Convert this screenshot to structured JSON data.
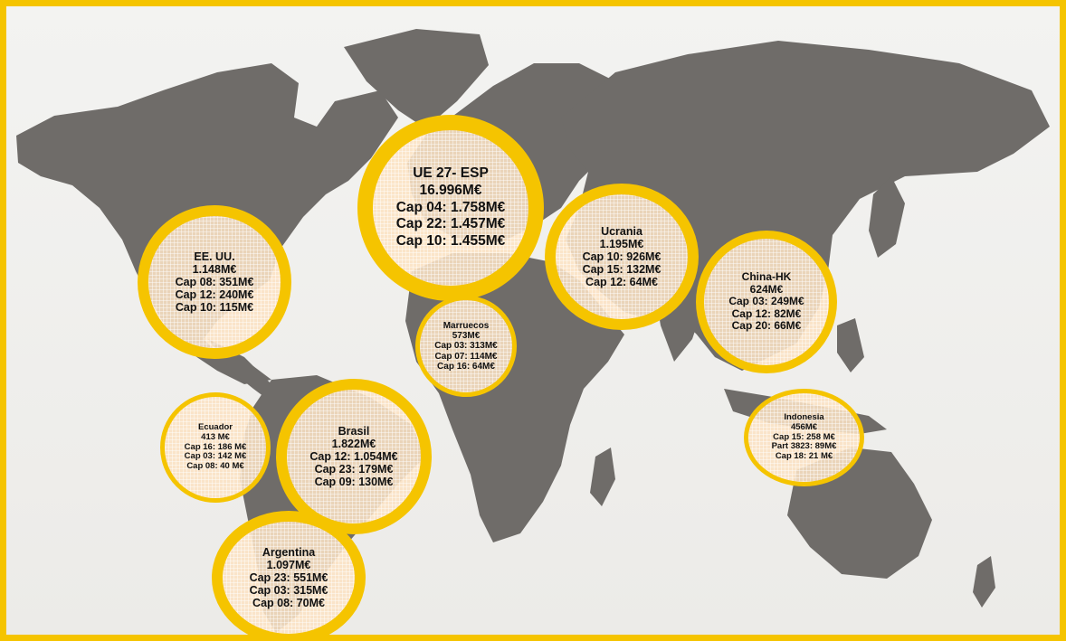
{
  "markets": [
    {
      "id": "usa",
      "lines": [
        "EE. UU.",
        "1.148M€",
        "Cap 08:  351M€",
        "Cap 12:  240M€",
        "Cap 10:  115M€"
      ]
    },
    {
      "id": "eu",
      "lines": [
        "UE 27- ESP",
        "16.996M€",
        "Cap 04: 1.758M€",
        "Cap 22: 1.457M€",
        "Cap 10: 1.455M€"
      ]
    },
    {
      "id": "ukraine",
      "lines": [
        "Ucrania",
        "1.195M€",
        "Cap 10:  926M€",
        "Cap 15: 132M€",
        "Cap 12: 64M€"
      ]
    },
    {
      "id": "morocco",
      "lines": [
        "Marruecos",
        "573M€",
        "Cap 03: 313M€",
        "Cap 07: 114M€",
        "Cap 16: 64M€"
      ]
    },
    {
      "id": "china",
      "lines": [
        "China-HK",
        "624M€",
        "Cap 03:  249M€",
        "Cap 12:  82M€",
        "Cap 20:  66M€"
      ]
    },
    {
      "id": "ecuador",
      "lines": [
        "Ecuador",
        "413 M€",
        "Cap 16: 186 M€",
        "Cap 03: 142 M€",
        "Cap 08:  40 M€"
      ]
    },
    {
      "id": "brazil",
      "lines": [
        "Brasil",
        "1.822M€",
        "Cap 12: 1.054M€",
        "Cap 23: 179M€",
        "Cap 09: 130M€"
      ]
    },
    {
      "id": "indonesia",
      "lines": [
        "Indonesia",
        "456M€",
        "Cap 15:  258 M€",
        "Part 3823: 89M€",
        "Cap 18:   21 M€"
      ]
    },
    {
      "id": "argentina",
      "lines": [
        "Argentina",
        "1.097M€",
        "Cap 23:  551M€",
        "Cap 03:  315M€",
        "Cap 08:  70M€"
      ]
    }
  ]
}
